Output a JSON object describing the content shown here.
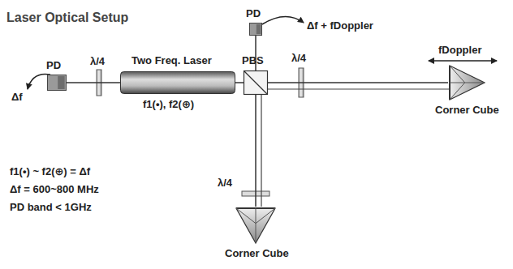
{
  "diagram": {
    "title": "Laser Optical Setup",
    "nodes": [
      {
        "text": [
          "PD"
        ]
      },
      {
        "text": [
          "Two Freq. Laser"
        ]
      },
      {
        "text": [
          "PBS"
        ]
      },
      {
        "text": [
          "PD"
        ]
      },
      {
        "text": [
          "Corner Cube"
        ]
      },
      {
        "text": [
          "Corner Cube"
        ]
      }
    ],
    "edges": [
      {
        "from": 1,
        "to": 0,
        "arrow": "none"
      },
      {
        "from": 1,
        "to": 2,
        "arrow": "none"
      },
      {
        "from": 2,
        "to": 3,
        "arrow": "none"
      },
      {
        "from": 2,
        "to": 4,
        "arrow": "none"
      },
      {
        "from": 2,
        "to": 5,
        "arrow": "none"
      }
    ],
    "labels": [
      "λ/4",
      "Δf",
      "f1(•), f2(⊕)",
      "λ/4",
      "fDoppler",
      "Δf + fDoppler",
      "λ/4",
      "f1(•) ~ f2(⊕) = Δf",
      "Δf = 600~800 MHz",
      "PD band < 1GHz"
    ]
  }
}
